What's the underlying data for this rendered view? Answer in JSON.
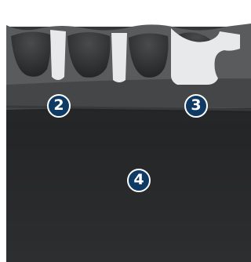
{
  "callouts": [
    {
      "id": "2",
      "label": "2"
    },
    {
      "id": "3",
      "label": "3"
    },
    {
      "id": "4",
      "label": "4"
    }
  ],
  "colors": {
    "background": "#2b2c2e",
    "surface_layer": "#5c5d5f",
    "cavity": "#2e2f31",
    "filling": "#e6e7e8",
    "callout_fill": "#0e3a63",
    "callout_border": "#ffffff"
  }
}
